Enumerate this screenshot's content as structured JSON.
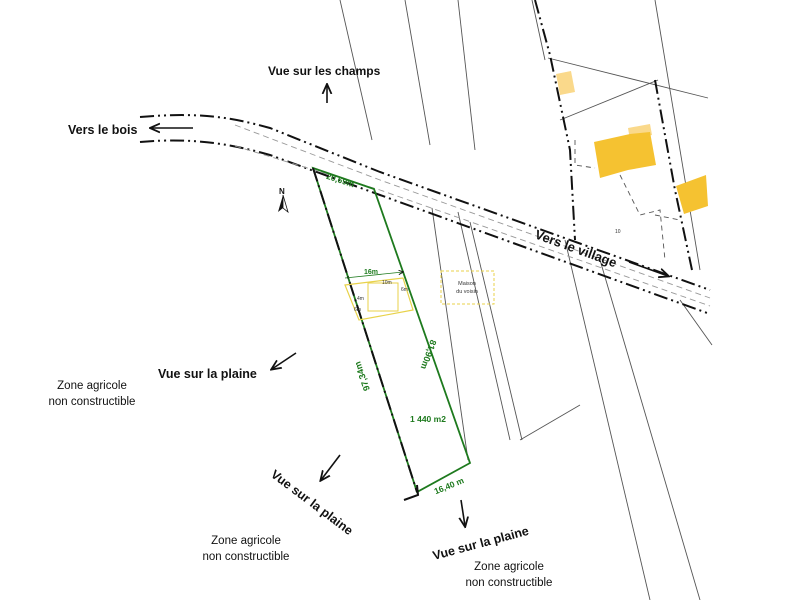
{
  "colors": {
    "parcel": "#1e7a1e",
    "building": "#f5c231",
    "building_light": "#fad98b",
    "house_outline": "#e8d24a",
    "lines": "#555555",
    "road": "#888888",
    "boundary": "#111111"
  },
  "icons": {
    "north": "north-arrow-icon",
    "arrows": "arrow-icon"
  },
  "labels": {
    "vue_champs": "Vue sur les champs",
    "vers_bois": "Vers le bois",
    "vers_village": "Vers le village",
    "vue_plaine_1": "Vue sur la plaine",
    "vue_plaine_2": "Vue sur la plaine",
    "vue_plaine_3": "Vue sur la plaine",
    "zone_1_line1": "Zone agricole",
    "zone_1_line2": "non constructible",
    "zone_2_line1": "Zone agricole",
    "zone_2_line2": "non constructible",
    "zone_3_line1": "Zone agricole",
    "zone_3_line2": "non constructible",
    "maison_line1": "Maison",
    "maison_line2": "du voisin",
    "north": "N"
  },
  "dimensions": {
    "top_width": "20,69m",
    "bottom_width": "16,40 m",
    "left_length": "97,34m",
    "right_length": "81,90m",
    "area": "1 440 m2",
    "house_width": "16m",
    "house_inner": "10m",
    "side_a": "4m",
    "side_b": "6m",
    "side_c": "6m",
    "plot_small": "10"
  }
}
